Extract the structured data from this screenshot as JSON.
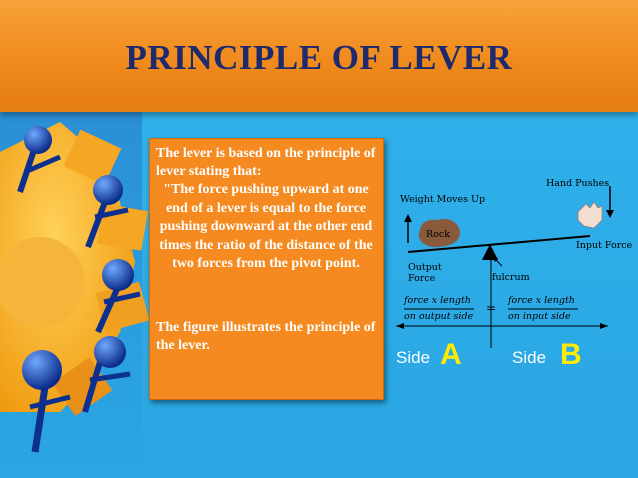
{
  "slide": {
    "title": "PRINCIPLE OF LEVER"
  },
  "textbox": {
    "intro": "The lever is based on the principle of lever stating that:",
    "quote": "\"The force pushing upward at one end of a lever is equal to the force pushing downward at the other end times the ratio of the distance of the two forces from the pivot point.",
    "figure_note": "The figure illustrates the principle of the lever."
  },
  "diagram": {
    "hand_pushes": "Hand Pushes",
    "weight_moves_up": "Weight Moves Up",
    "rock": "Rock",
    "input_force": "Input Force",
    "output_force_line1": "Output",
    "output_force_line2": "Force",
    "fulcrum": "fulcrum",
    "left_num": "force x length",
    "left_den": "on output side",
    "equals": "=",
    "right_num": "force x length",
    "right_den": "on input side",
    "side_word_a": "Side",
    "side_letter_a": "A",
    "side_word_b": "Side",
    "side_letter_b": "B",
    "colors": {
      "rock": "#8a5a3c",
      "side_letter": "#ffeb00",
      "title": "#1e2a6e",
      "header": "#f08a1c",
      "textbox": "#f48a20"
    }
  }
}
